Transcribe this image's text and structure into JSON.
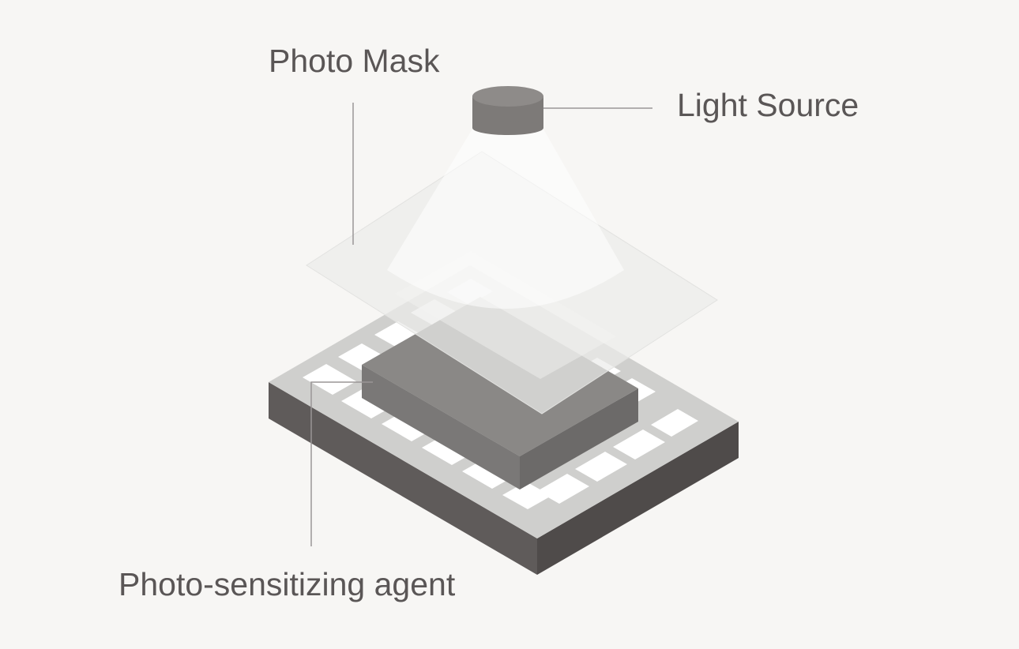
{
  "diagram": {
    "title": "",
    "labels": {
      "photo_mask": "Photo Mask",
      "light_source": "Light Source",
      "photo_sensitizing_agent": "Photo-sensitizing agent"
    },
    "colors": {
      "background": "#f7f6f4",
      "label_text": "#5a5656",
      "leader_line": "#9a9696",
      "light_source": "#7d7a78",
      "substrate_side": "#5f5b5a",
      "substrate_top": "#cfcfcd",
      "cells": "#ffffff",
      "agent_block": "#868482",
      "photo_mask": "#e8e8e6"
    },
    "icons": [
      "light-source-cylinder",
      "light-cone",
      "photo-mask-sheet",
      "wafer-substrate",
      "photoresist-block"
    ]
  }
}
